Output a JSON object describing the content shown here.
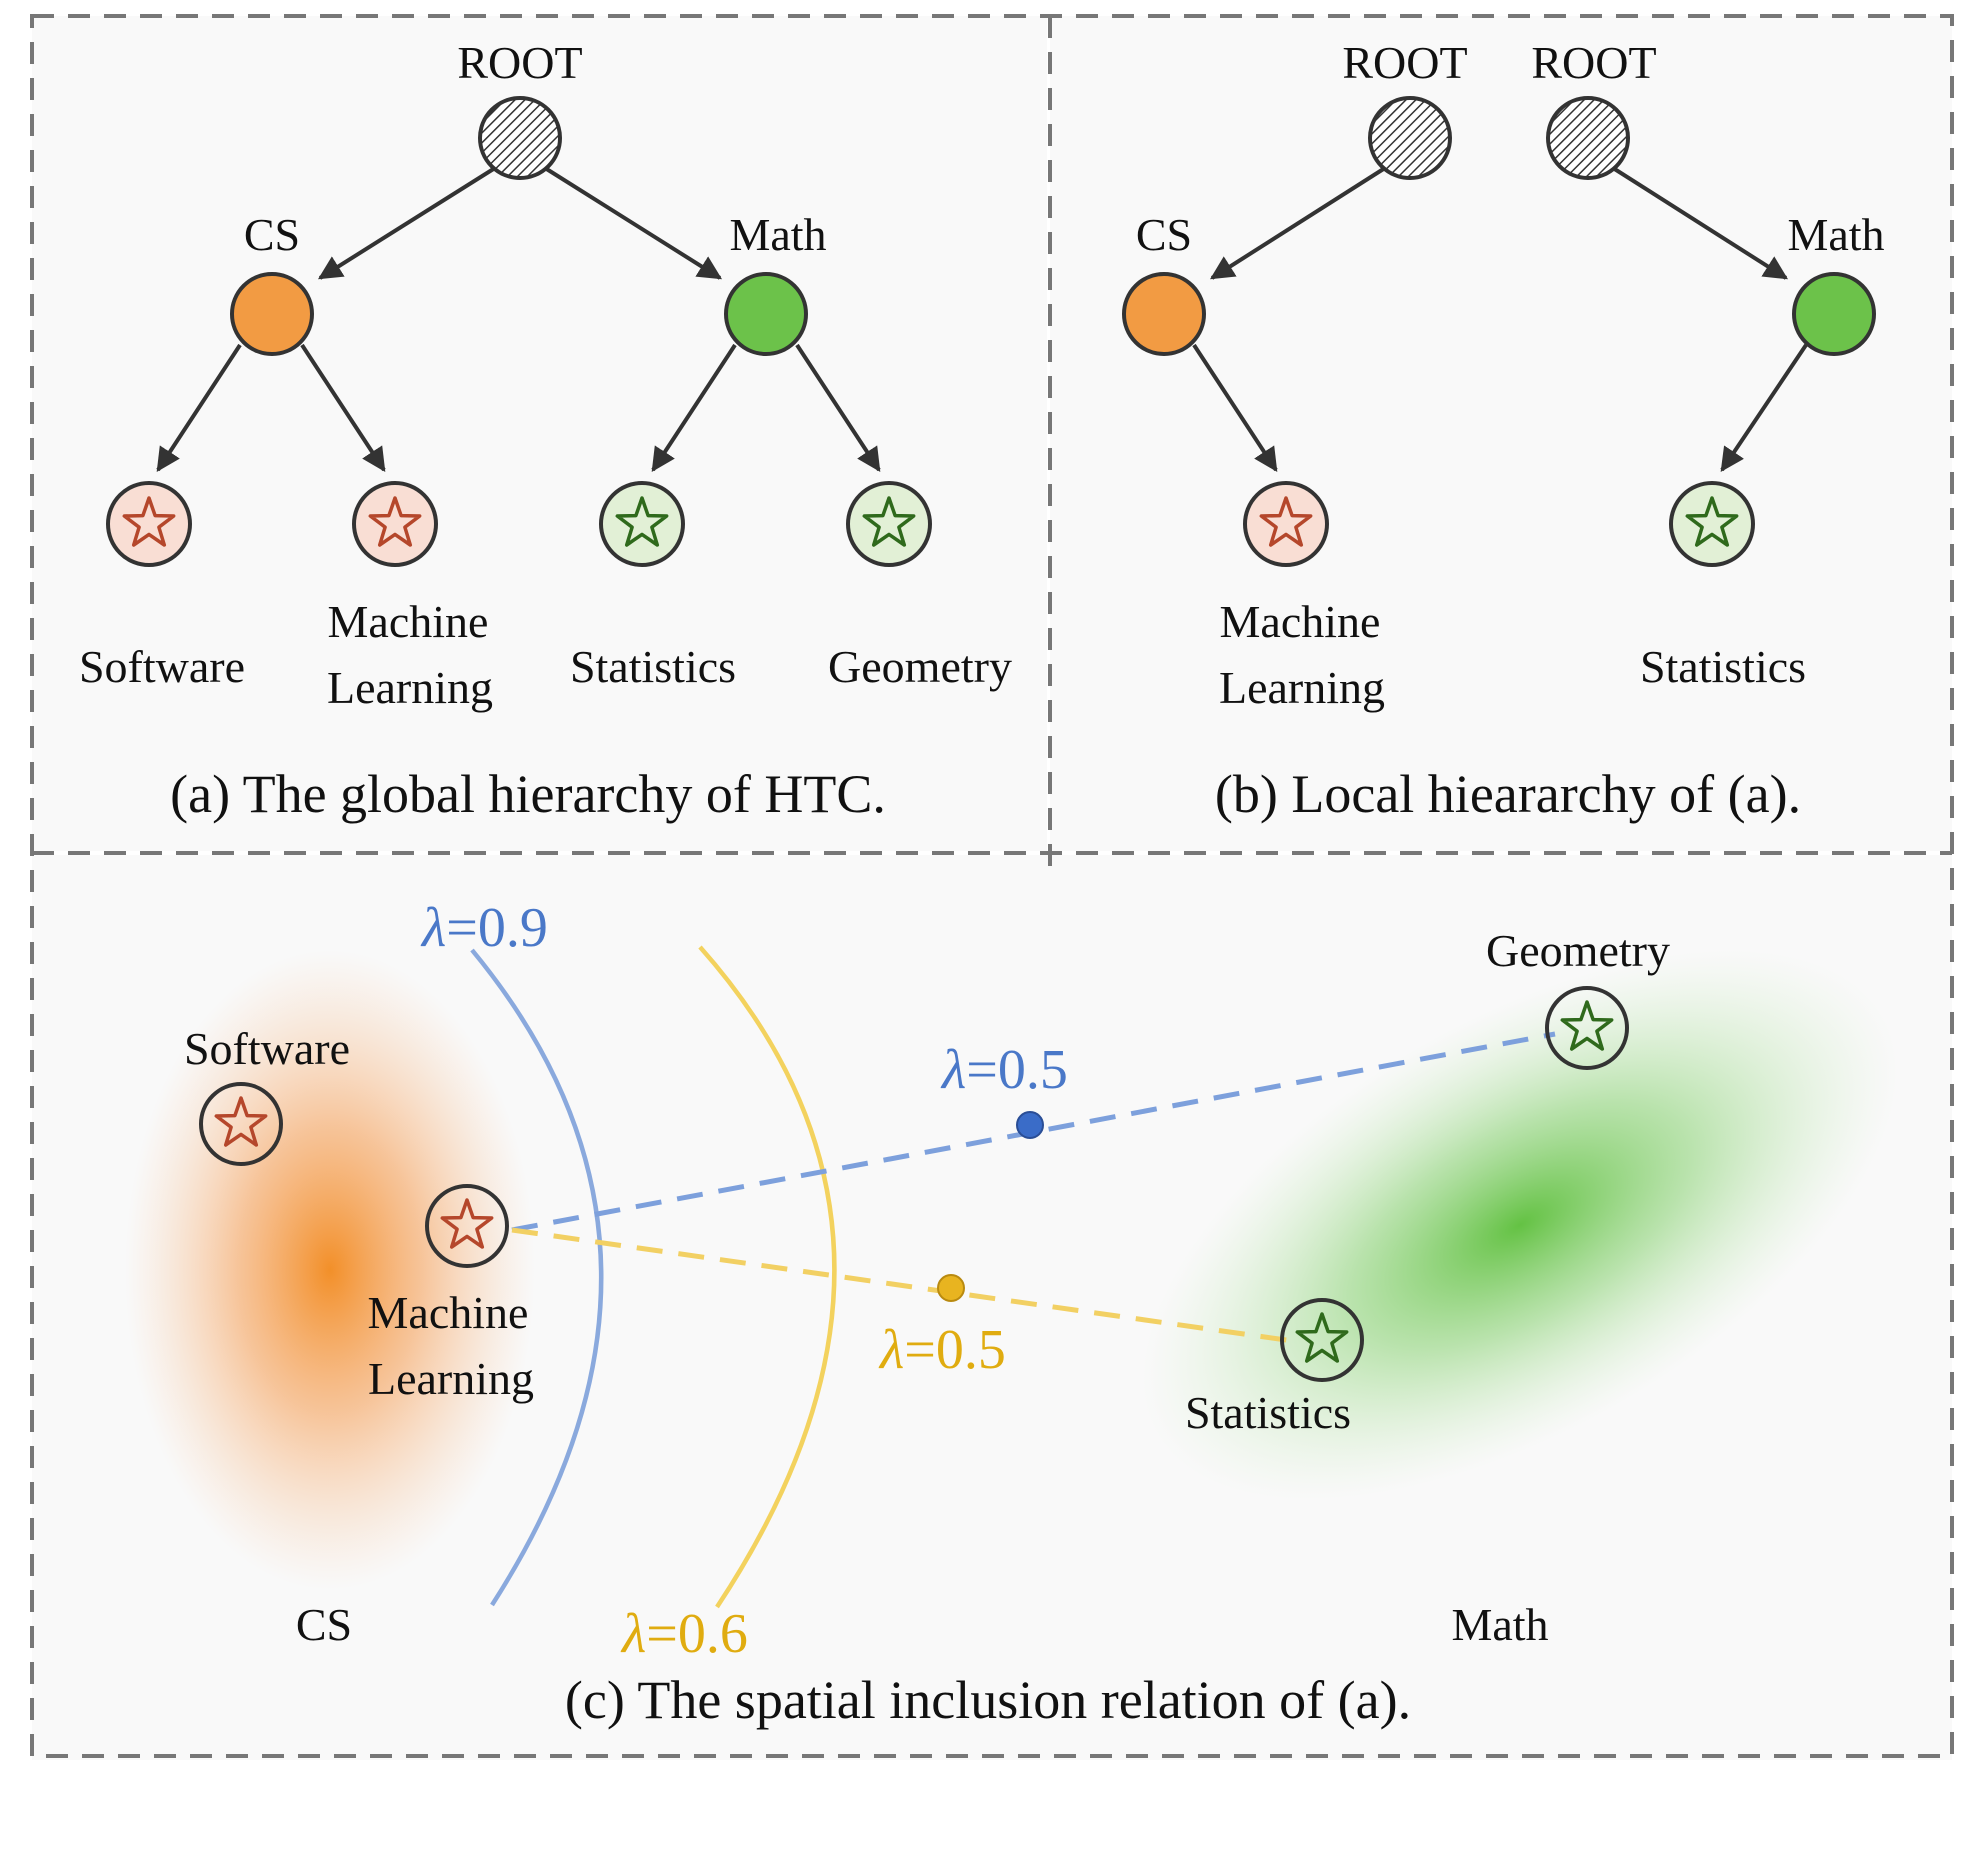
{
  "panel_a": {
    "caption": "(a) The global hierarchy of HTC.",
    "root_label": "ROOT",
    "cs_label": "CS",
    "math_label": "Math",
    "leaves": {
      "software": "Software",
      "ml_line1": "Machine",
      "ml_line2": "Learning",
      "statistics": "Statistics",
      "geometry": "Geometry"
    }
  },
  "panel_b": {
    "caption": "(b) Local hieararchy of (a).",
    "root_left_label": "ROOT",
    "root_right_label": "ROOT",
    "cs_label": "CS",
    "math_label": "Math",
    "ml_line1": "Machine",
    "ml_line2": "Learning",
    "statistics": "Statistics"
  },
  "panel_c": {
    "caption": "(c) The spatial inclusion relation of (a).",
    "software": "Software",
    "ml_line1": "Machine",
    "ml_line2": "Learning",
    "geometry": "Geometry",
    "statistics": "Statistics",
    "cs_label": "CS",
    "math_label": "Math",
    "lambda_symbol": "λ",
    "blue_boundary_value": "=0.9",
    "yellow_boundary_value": "=0.6",
    "blue_mid_value": "=0.5",
    "yellow_mid_value": "=0.5"
  },
  "colors": {
    "cs_orange": "#F29B43",
    "math_green": "#6CC24A",
    "cs_leaf_fill": "#F9DED4",
    "cs_star": "#B5472B",
    "math_leaf_fill": "#E2F0D6",
    "math_star": "#2F6A1C",
    "blue": "#4A78C8",
    "yellow": "#F0C030",
    "border": "#777777",
    "panel_bg": "#F9F9F9"
  }
}
